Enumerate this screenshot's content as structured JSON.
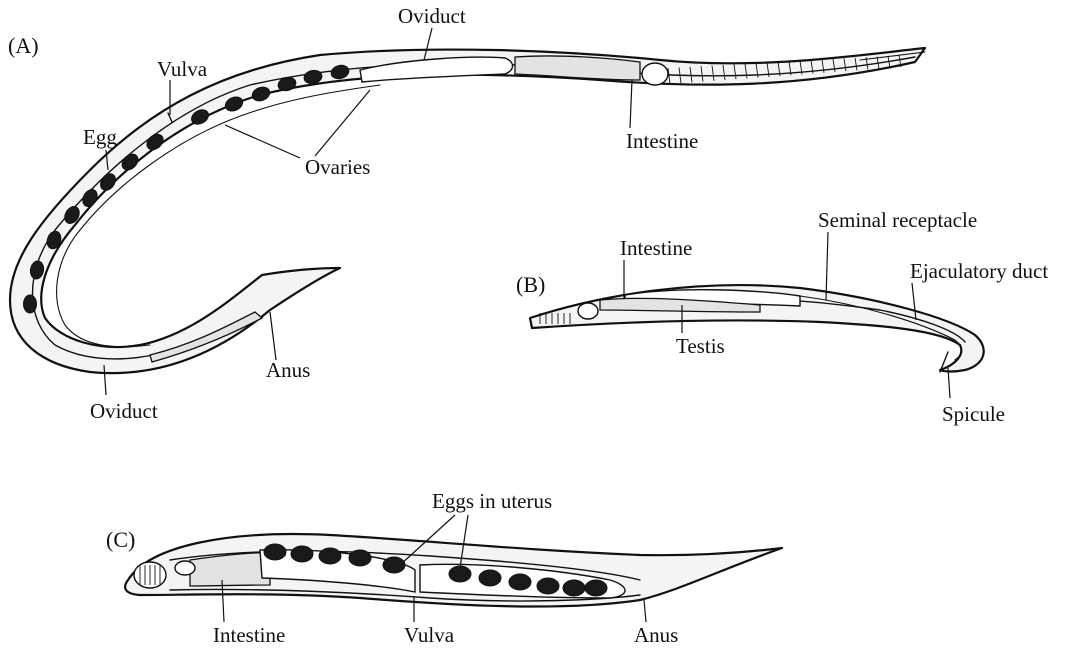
{
  "panels": {
    "A": {
      "tag": "(A)",
      "labels": {
        "oviduct_top": "Oviduct",
        "vulva": "Vulva",
        "egg": "Egg",
        "ovaries": "Ovaries",
        "intestine": "Intestine",
        "anus": "Anus",
        "oviduct_bottom": "Oviduct"
      }
    },
    "B": {
      "tag": "(B)",
      "labels": {
        "intestine": "Intestine",
        "seminal_receptacle": "Seminal receptacle",
        "ejaculatory_duct": "Ejaculatory duct",
        "testis": "Testis",
        "spicule": "Spicule"
      }
    },
    "C": {
      "tag": "(C)",
      "labels": {
        "eggs_in_uterus": "Eggs in uterus",
        "intestine": "Intestine",
        "vulva": "Vulva",
        "anus": "Anus"
      }
    }
  }
}
